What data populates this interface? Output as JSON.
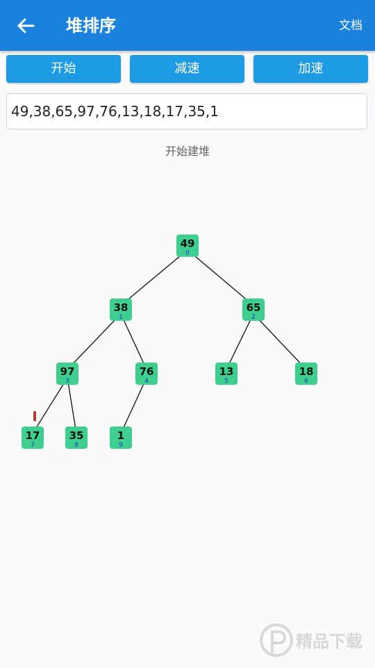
{
  "appbar": {
    "back_icon": "arrow-left-icon",
    "title": "堆排序",
    "doc_label": "文档"
  },
  "controls": {
    "start_label": "开始",
    "slow_label": "减速",
    "fast_label": "加速"
  },
  "input": {
    "value": "49,38,65,97,76,13,18,17,35,1"
  },
  "status": "开始建堆",
  "heap": {
    "nodes": [
      {
        "value": "49",
        "index": "0"
      },
      {
        "value": "38",
        "index": "1"
      },
      {
        "value": "65",
        "index": "2"
      },
      {
        "value": "97",
        "index": "3"
      },
      {
        "value": "76",
        "index": "4"
      },
      {
        "value": "13",
        "index": "5"
      },
      {
        "value": "18",
        "index": "6"
      },
      {
        "value": "17",
        "index": "7"
      },
      {
        "value": "35",
        "index": "8"
      },
      {
        "value": "1",
        "index": "9"
      }
    ],
    "pointer_index": 7
  },
  "colors": {
    "appbar": "#1a82dc",
    "button": "#1d9be4",
    "node": "#3ecf8e",
    "pointer": "#b03a2e",
    "index_text": "#2030d0"
  },
  "watermark": {
    "text": "精品下载"
  }
}
